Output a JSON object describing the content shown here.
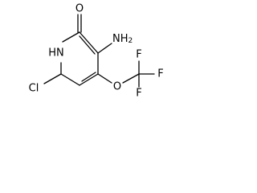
{
  "molecule": {
    "atoms": {
      "oxygen_carbonyl": "O",
      "nitrogen_amino": "NH2",
      "nitrogen_ring": "HN",
      "chlorine": "Cl",
      "oxygen_ether": "O",
      "fluorine_top": "F",
      "fluorine_right": "F",
      "fluorine_bottom": "F"
    },
    "colors": {
      "bond": "#000000",
      "label": "#000000",
      "background": "#ffffff"
    }
  }
}
